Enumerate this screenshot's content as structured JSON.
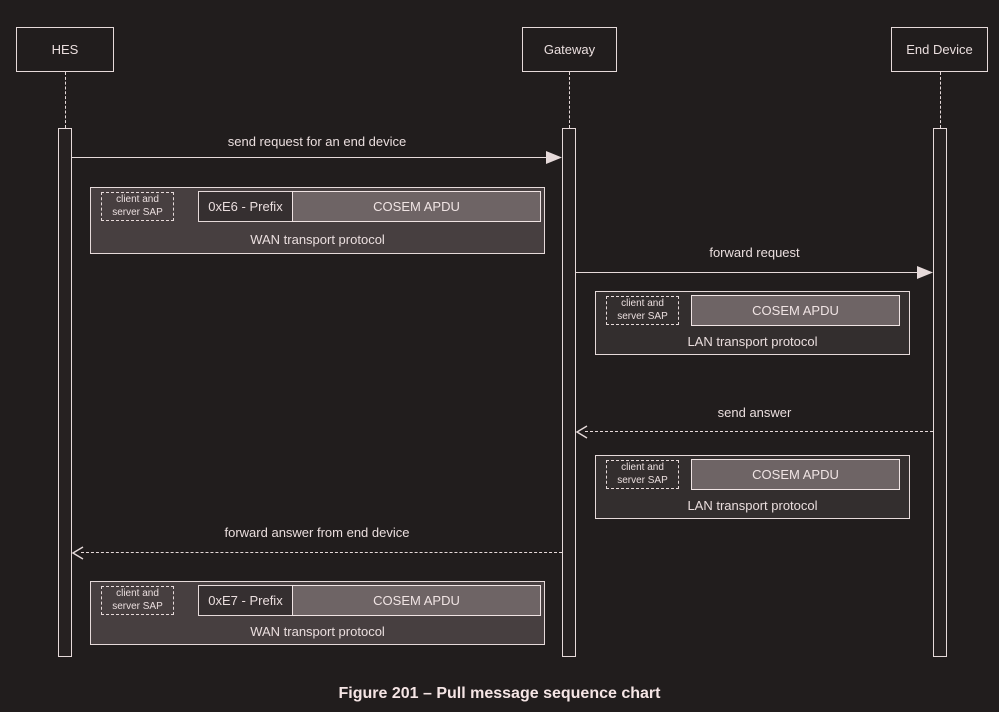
{
  "colors": {
    "background": "#211d1d",
    "line": "#e6dada",
    "text": "#eadede",
    "wan_fill": "#473f40",
    "lan_fill": "#332e2e",
    "prefix_fill": "#352f30",
    "apdu_fill": "#6e6465",
    "apdu_border": "#f0e4e4",
    "caption": "#f5e5e5"
  },
  "actors": [
    {
      "label": "HES"
    },
    {
      "label": "Gateway"
    },
    {
      "label": "End Device"
    }
  ],
  "messages": [
    {
      "label": "send request for an end device",
      "style": "solid",
      "from": "HES",
      "to": "Gateway"
    },
    {
      "label": "forward request",
      "style": "solid",
      "from": "Gateway",
      "to": "End Device"
    },
    {
      "label": "send answer",
      "style": "dashed",
      "from": "End Device",
      "to": "Gateway"
    },
    {
      "label": "forward answer from end device",
      "style": "dashed",
      "from": "Gateway",
      "to": "HES"
    }
  ],
  "payloads": [
    {
      "sap": "client and server SAP",
      "prefix": "0xE6 - Prefix",
      "apdu": "COSEM APDU",
      "transport": "WAN transport protocol"
    },
    {
      "sap": "client and server SAP",
      "apdu": "COSEM APDU",
      "transport": "LAN transport protocol"
    },
    {
      "sap": "client and server SAP",
      "apdu": "COSEM APDU",
      "transport": "LAN transport protocol"
    },
    {
      "sap": "client and server SAP",
      "prefix": "0xE7 - Prefix",
      "apdu": "COSEM APDU",
      "transport": "WAN transport protocol"
    }
  ],
  "caption": "Figure 201 – Pull message sequence chart"
}
